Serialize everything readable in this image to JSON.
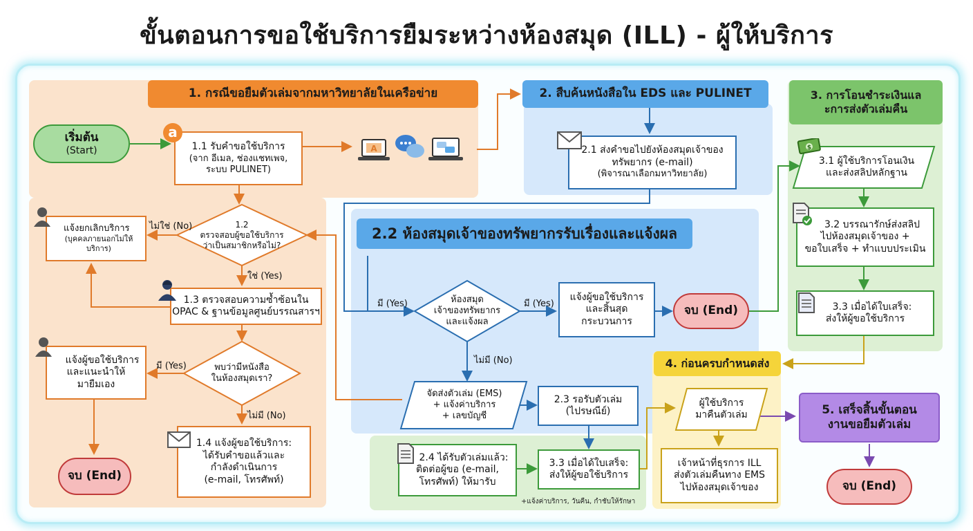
{
  "title": "ขั้นตอนการขอใช้บริการยืมระหว่างห้องสมุด (ILL) - ผู้ให้บริการ",
  "colors": {
    "orange": "#f08a30",
    "blue": "#5aa8e8",
    "green": "#7cc46b",
    "yellow": "#f5d43a",
    "purple": "#b38ae6",
    "end_red": "#f6bcbc"
  },
  "sections": {
    "s1": "1. กรณีขอยืมตัวเล่มจากมหาวิทยาลัยในเครือข่าย",
    "s2": "2. สืบค้นหนังสือใน EDS และ PULINET",
    "s22": "2.2 ห้องสมุดเจ้าของทรัพยากรรับเรื่องและแจ้งผล",
    "s3_l1": "3. การโอนชำระเงินแล",
    "s3_l2": "ะการส่งตัวเล่มคืน",
    "s4": "4. ก่อนครบกำหนดส่ง",
    "s5_l1": "5. เสร็จสิ้นขั้นตอน",
    "s5_l2": "งานขอยืมตัวเล่ม"
  },
  "start": {
    "l1": "เริ่มต้น",
    "l2": "(Start)"
  },
  "end_label": "จบ (End)",
  "nodes": {
    "n11": {
      "l1": "1.1 รับคำขอใช้บริการ",
      "l2": "(จาก อีเมล, ช่องแชทเพจ,",
      "l3": "ระบบ PULINET)"
    },
    "n12": {
      "l1": "1.2",
      "l2": "ตรวจสอบผู้ขอใช้บริการ",
      "l3": "ว่าเป็นสมาชิกหรือไม่?"
    },
    "cancel": {
      "l1": "แจ้งยกเลิกบริการ",
      "l2": "(บุคคลภายนอกไม่ให้บริการ)"
    },
    "n13": {
      "l1": "1.3 ตรวจสอบความซ้ำซ้อนใน",
      "l2": "OPAC & ฐานข้อมูลศูนย์บรรณสารฯ"
    },
    "found_q": {
      "l1": "พบว่ามีหนังสือ",
      "l2": "ในห้องสมุดเรา?"
    },
    "advise": {
      "l1": "แจ้งผู้ขอใช้บริการ",
      "l2": "และแนะนำให้",
      "l3": "มายืมเอง"
    },
    "n14": {
      "l1": "1.4 แจ้งผู้ขอใช้บริการ:",
      "l2": "ได้รับคำขอแล้วและ",
      "l3": "กำลังดำเนินการ",
      "l4": "(e-mail, โทรศัพท์)"
    },
    "n21": {
      "l1": "2.1 ส่งคำขอไปยังห้องสมุดเจ้าของ",
      "l2": "ทรัพยากร (e-mail)",
      "l3": "(พิจารณาเลือกมหาวิทยาลัย)"
    },
    "owner_q": {
      "l1": "ห้องสมุด",
      "l2": "เจ้าของทรัพยากร",
      "l3": "และแจ้งผล"
    },
    "notify_end": {
      "l1": "แจ้งผู้ขอใช้บริการ",
      "l2": "และสิ้นสุด",
      "l3": "กระบวนการ"
    },
    "ship": {
      "l1": "จัดส่งตัวเล่ม (EMS)",
      "l2": "+ แจ้งค่าบริการ",
      "l3": "+ เลขบัญชี"
    },
    "n23": {
      "l1": "2.3 รอรับตัวเล่ม",
      "l2": "(ไปรษณีย์)"
    },
    "n24": {
      "l1": "2.4 ได้รับตัวเล่มแล้ว:",
      "l2": "ติดต่อผู้ขอ (e-mail,",
      "l3": "โทรศัพท์) ให้มารับ"
    },
    "n33g": {
      "l1": "3.3 เมื่อได้ใบเสร็จ:",
      "l2": "ส่งให้ผู้ขอใช้บริการ"
    },
    "n31": {
      "l1": "3.1 ผู้ใช้บริการโอนเงิน",
      "l2": "และส่งสลิปหลักฐาน"
    },
    "n32": {
      "l1": "3.2 บรรณารักษ์ส่งสลิป",
      "l2": "ไปห้องสมุดเจ้าของ +",
      "l3": "ขอใบเสร็จ + ทำแบบประเมิน"
    },
    "n33": {
      "l1": "3.3 เมื่อได้ใบเสร็จ:",
      "l2": "ส่งให้ผู้ขอใช้บริการ"
    },
    "return_user": {
      "l1": "ผู้ใช้บริการ",
      "l2": "มาคืนตัวเล่ม"
    },
    "return_staff": {
      "l1": "เจ้าหน้าที่ธุรการ ILL",
      "l2": "ส่งตัวเล่มคืนทาง EMS",
      "l3": "ไปห้องสมุดเจ้าของ"
    }
  },
  "labels": {
    "no": "ไม่ใช่ (No)",
    "yes": "ใช่ (Yes)",
    "have_yes": "มี (Yes)",
    "have_no": "ไม่มี (No)"
  },
  "note": "+แจ้งค่าบริการ, วันคืน, กำชับให้รักษา",
  "icons": [
    "email-icon",
    "laptop-icon",
    "chat-bubbles-icon",
    "laptop-chat-icon",
    "envelope-icon",
    "user-icon",
    "librarian-icon",
    "money-icon",
    "document-check-icon",
    "document-icon"
  ]
}
